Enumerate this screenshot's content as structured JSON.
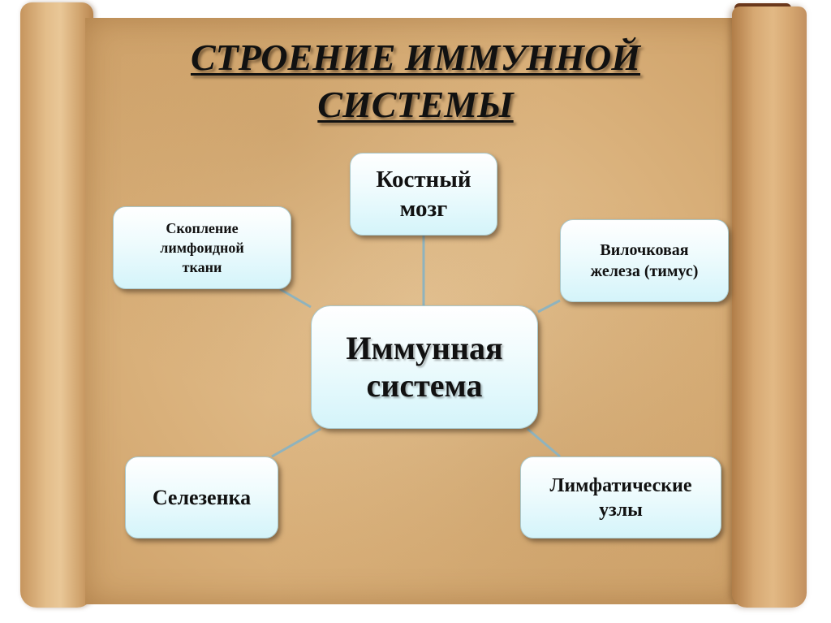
{
  "title": {
    "line1": "СТРОЕНИЕ ИММУННОЙ",
    "line2": "СИСТЕМЫ"
  },
  "diagram": {
    "center": "Иммунная\nсистема",
    "nodes": [
      {
        "id": "bone-marrow",
        "label": "Костный\nмозг"
      },
      {
        "id": "lymphoid-tissue",
        "label": "Скопление\nлимфоидной\nткани"
      },
      {
        "id": "thymus",
        "label": "Вилочковая\nжелеза (тимус)"
      },
      {
        "id": "spleen",
        "label": "Селезенка"
      },
      {
        "id": "lymph-nodes",
        "label": "Лимфатические\nузлы"
      }
    ],
    "connector_color": "#8fb3bd",
    "node_fill": "#e0f7fb"
  }
}
